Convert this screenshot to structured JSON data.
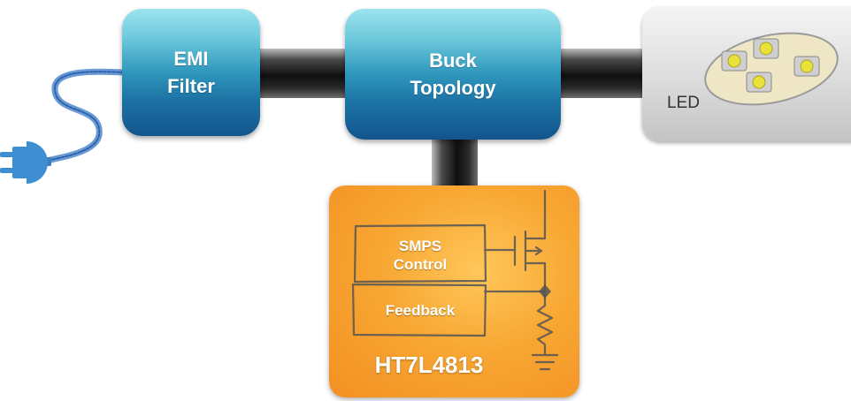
{
  "blocks": {
    "emi_filter": "EMI\nFilter",
    "buck_topology": "Buck\nTopology",
    "led": "LED"
  },
  "chip": {
    "name": "HT7L4813",
    "smps_control": "SMPS\nControl",
    "feedback": "Feedback"
  },
  "icons": {
    "power_plug": "power-plug-icon",
    "led_cluster": "led-cluster-icon",
    "mosfet": "mosfet-symbol",
    "resistor": "resistor-symbol",
    "ground": "ground-symbol"
  },
  "colors": {
    "blue_block": "#1c72a4",
    "ic_orange": "#f8a733",
    "connector": "#111111",
    "cable": "#4f86c9"
  }
}
